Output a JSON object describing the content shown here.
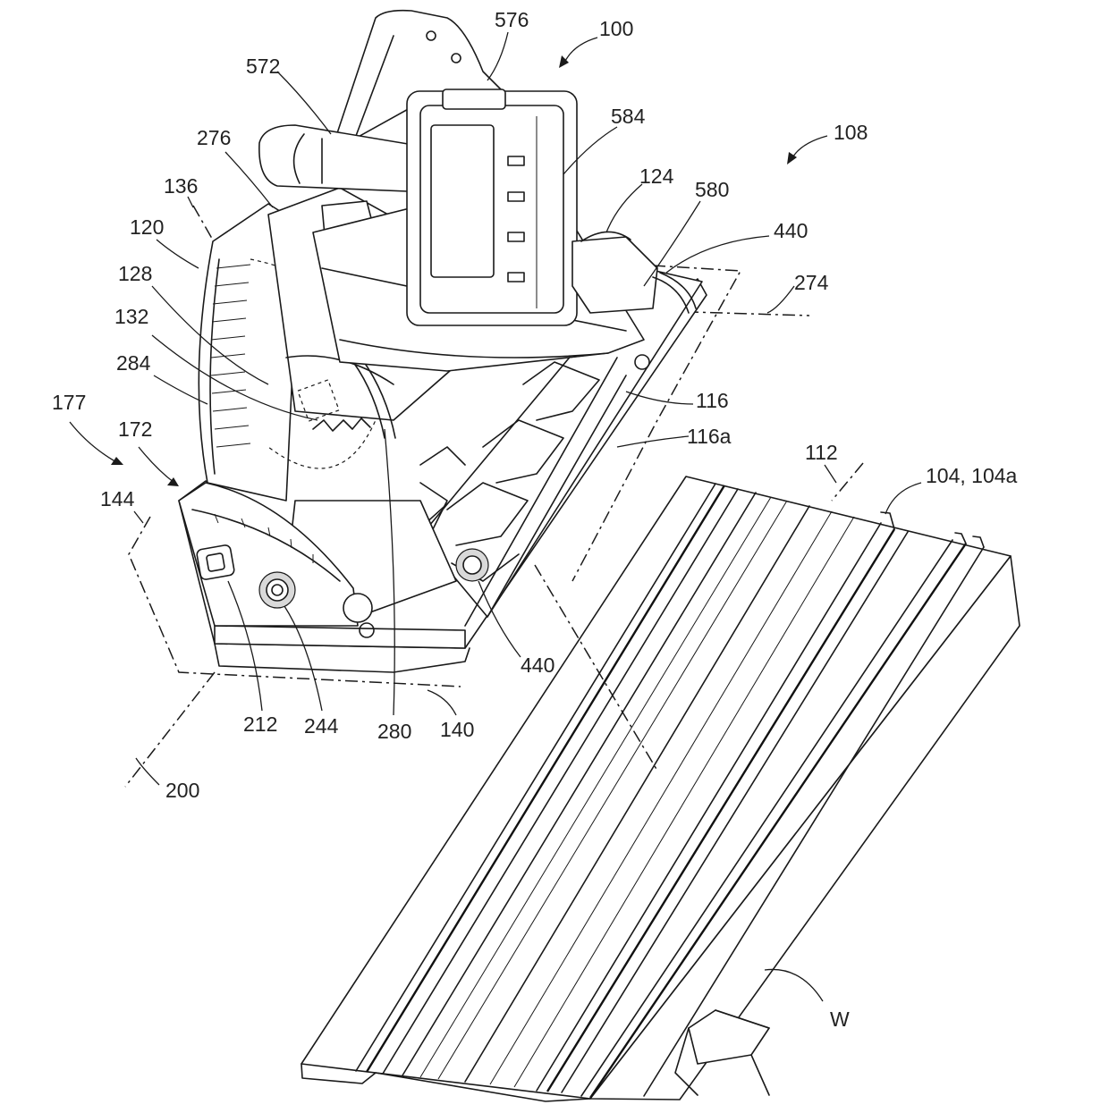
{
  "labels": {
    "l100": "100",
    "l576": "576",
    "l572": "572",
    "l584": "584",
    "l108": "108",
    "l276": "276",
    "l124": "124",
    "l580": "580",
    "l136": "136",
    "l440a": "440",
    "l120": "120",
    "l274": "274",
    "l128": "128",
    "l132": "132",
    "l284": "284",
    "l116": "116",
    "l177": "177",
    "l116a": "116a",
    "l172": "172",
    "l112": "112",
    "l104": "104, 104a",
    "l144": "144",
    "l440b": "440",
    "l212": "212",
    "l244": "244",
    "l280": "280",
    "l140": "140",
    "l200": "200",
    "lW": "W"
  }
}
